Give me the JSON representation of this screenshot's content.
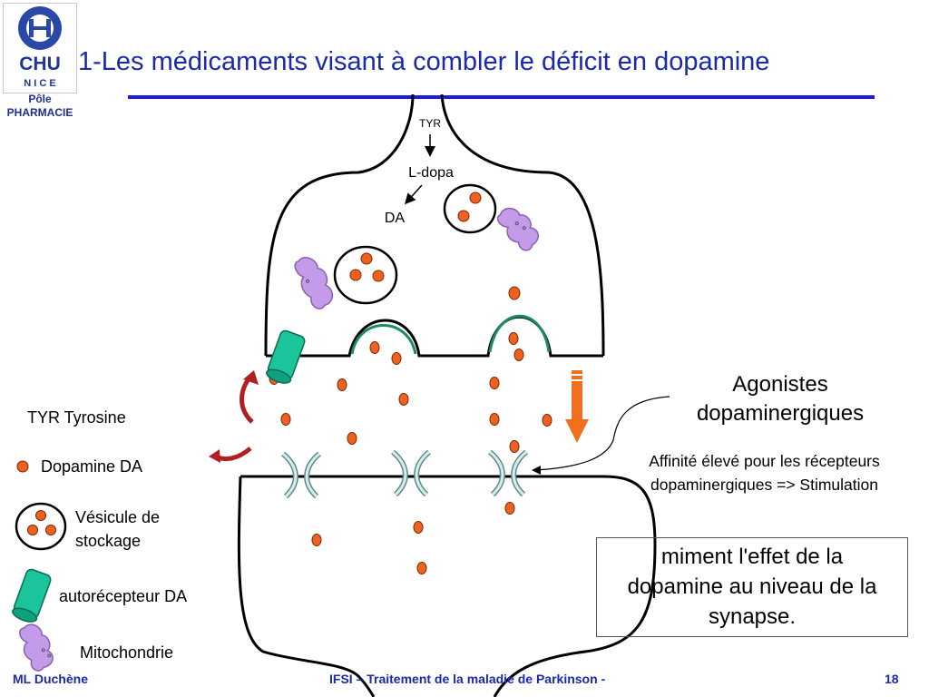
{
  "logo": {
    "brand": "CHU",
    "city": "N I C E",
    "pole_line1": "Pôle",
    "pole_line2": "PHARMACIE"
  },
  "title": "1-Les médicaments visant à combler le déficit en dopamine",
  "diagram": {
    "tyr": "TYR",
    "ldopa": "L-dopa",
    "da": "DA"
  },
  "legend": {
    "tyr": "TYR  Tyrosine",
    "dopamine": "Dopamine DA",
    "vesicule_line1": "Vésicule de",
    "vesicule_line2": "stockage",
    "autorecepteur": "autorécepteur DA",
    "mitochondrie": "Mitochondrie"
  },
  "agonistes_line1": "Agonistes",
  "agonistes_line2": "dopaminergiques",
  "affinite_line1": "Affinité élevé pour les récepteurs",
  "affinite_line2": "dopaminergiques => Stimulation",
  "box": {
    "line1": "miment l'effet de la",
    "line2": "dopamine au niveau de la",
    "line3": "synapse."
  },
  "footer": {
    "author": "ML Duchène",
    "course": "IFSI – Traitement de la maladie de Parkinson -",
    "page": "18"
  },
  "colors": {
    "title": "#1a2aa8",
    "dopamine": "#f06020",
    "receptor_green": "#1bc49a",
    "mito": "#c39be8",
    "arrow_orange": "#f07020",
    "arrow_red": "#b02020"
  }
}
